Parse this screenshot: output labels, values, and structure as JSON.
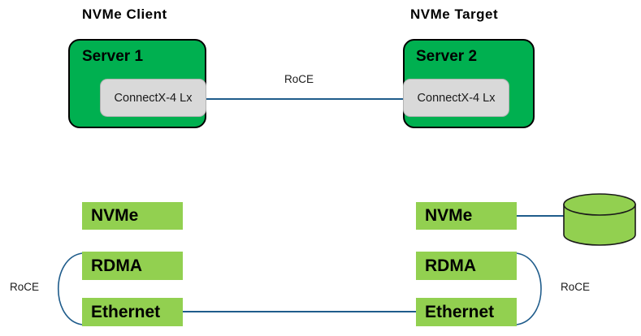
{
  "diagram": {
    "title_left": "NVMe Client",
    "title_right": "NVMe Target",
    "colors": {
      "server_fill": "#00B050",
      "stack_fill": "#92D050",
      "nic_fill": "#d9d9d9",
      "wire": "#1F5C8B",
      "outline": "#000000"
    }
  },
  "servers": [
    {
      "name": "Server 1",
      "nic": "ConnectX-4  Lx"
    },
    {
      "name": "Server 2",
      "nic": "ConnectX-4  Lx"
    }
  ],
  "links": {
    "server_link_label": "RoCE",
    "left_stack_arc_label": "RoCE",
    "right_stack_arc_label": "RoCE"
  },
  "stacks": {
    "left": {
      "layers": [
        {
          "label": "NVMe"
        },
        {
          "label": "RDMA"
        },
        {
          "label": "Ethernet"
        }
      ]
    },
    "right": {
      "layers": [
        {
          "label": "NVMe"
        },
        {
          "label": "RDMA"
        },
        {
          "label": "Ethernet"
        }
      ]
    }
  },
  "storage": {
    "icon": "cylinder-database-icon"
  }
}
